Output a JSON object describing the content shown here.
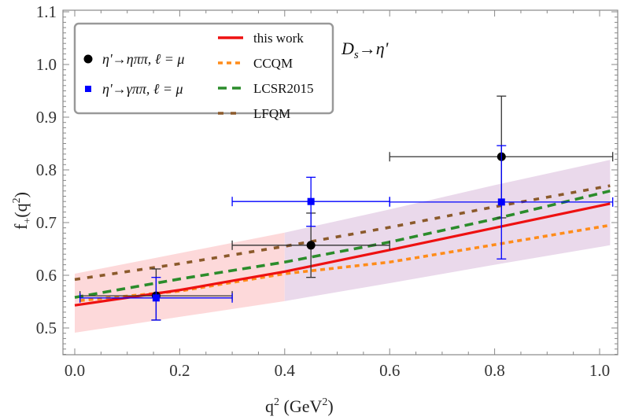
{
  "chart_data": {
    "type": "line",
    "title": "",
    "annotation": "Ds→η'",
    "xlabel": "q² (GeV²)",
    "ylabel": "f+(q²)",
    "xlim": [
      -0.022,
      1.035
    ],
    "ylim": [
      0.45,
      1.1
    ],
    "xticks": [
      "0.0",
      "0.2",
      "0.4",
      "0.6",
      "0.8",
      "1.0"
    ],
    "yticks": [
      "0.5",
      "0.6",
      "0.7",
      "0.8",
      "0.9",
      "1.0",
      "1.1"
    ],
    "grid": false,
    "legend_position": "upper-left",
    "bands": [
      {
        "name": "this work uncertainty (q² < 0.4)",
        "color": "#fdd9da",
        "x": [
          0.0,
          0.2,
          0.4
        ],
        "lower": [
          0.491,
          0.521,
          0.551
        ],
        "upper": [
          0.603,
          0.642,
          0.681
        ]
      },
      {
        "name": "this work uncertainty (q² ≥ 0.4)",
        "color": "#ead9eb",
        "x": [
          0.4,
          0.6,
          0.8,
          1.02
        ],
        "lower": [
          0.551,
          0.585,
          0.62,
          0.657
        ],
        "upper": [
          0.681,
          0.725,
          0.771,
          0.819
        ]
      }
    ],
    "series": [
      {
        "name": "this work",
        "style": "solid",
        "color": "#ee1111",
        "x": [
          0.0,
          0.2,
          0.4,
          0.6,
          0.8,
          1.02
        ],
        "values": [
          0.543,
          0.572,
          0.607,
          0.648,
          0.69,
          0.736
        ]
      },
      {
        "name": "CCQM",
        "style": "dotted",
        "color": "#ff8c1a",
        "x": [
          0.01,
          0.2,
          0.4,
          0.6,
          0.8,
          1.02
        ],
        "values": [
          0.552,
          0.57,
          0.603,
          0.625,
          0.658,
          0.695
        ]
      },
      {
        "name": "LCSR2015",
        "style": "dashed",
        "color": "#2b8c2b",
        "x": [
          0.0,
          0.2,
          0.4,
          0.6,
          0.8,
          1.02
        ],
        "values": [
          0.558,
          0.593,
          0.625,
          0.663,
          0.707,
          0.76
        ]
      },
      {
        "name": "LFQM",
        "style": "dashed-short",
        "color": "#8b5a2b",
        "x": [
          0.0,
          0.2,
          0.4,
          0.6,
          0.8,
          1.02
        ],
        "values": [
          0.592,
          0.622,
          0.655,
          0.691,
          0.73,
          0.77
        ]
      }
    ],
    "points": [
      {
        "name": "η'→ηππ, ℓ = μ",
        "marker": "circle",
        "color": "#000000",
        "bar_color": "#333333",
        "data": [
          {
            "x": 0.155,
            "y": 0.561,
            "xmin": 0.01,
            "xmax": 0.3,
            "ymin": 0.515,
            "ymax": 0.612
          },
          {
            "x": 0.45,
            "y": 0.657,
            "xmin": 0.3,
            "xmax": 0.6,
            "ymin": 0.596,
            "ymax": 0.718
          },
          {
            "x": 0.813,
            "y": 0.825,
            "xmin": 0.6,
            "xmax": 1.025,
            "ymin": 0.709,
            "ymax": 0.94
          }
        ]
      },
      {
        "name": "η'→γππ, ℓ = μ",
        "marker": "square",
        "color": "#0000ff",
        "bar_color": "#0000ff",
        "data": [
          {
            "x": 0.155,
            "y": 0.557,
            "xmin": 0.01,
            "xmax": 0.3,
            "ymin": 0.515,
            "ymax": 0.596
          },
          {
            "x": 0.45,
            "y": 0.74,
            "xmin": 0.3,
            "xmax": 0.6,
            "ymin": 0.693,
            "ymax": 0.786
          },
          {
            "x": 0.813,
            "y": 0.739,
            "xmin": 0.6,
            "xmax": 1.025,
            "ymin": 0.631,
            "ymax": 0.846
          }
        ]
      }
    ]
  },
  "legend": {
    "points": [
      {
        "label": "η'→ηππ, ℓ = μ",
        "marker": "circle",
        "color": "#000000"
      },
      {
        "label": "η'→γππ, ℓ = μ",
        "marker": "square",
        "color": "#0000ff"
      }
    ],
    "lines": [
      {
        "label": "this work",
        "color": "#ee1111",
        "dash": ""
      },
      {
        "label": "CCQM",
        "color": "#ff8c1a",
        "dash": "6,5"
      },
      {
        "label": "LCSR2015",
        "color": "#2b8c2b",
        "dash": "11,7"
      },
      {
        "label": "LFQM",
        "color": "#8b5a2b",
        "dash": "7,9"
      }
    ]
  },
  "labels": {
    "xlabel_main": "q",
    "xlabel_sup": "2",
    "xlabel_unit": " (GeV",
    "xlabel_unit_sup": "2",
    "xlabel_close": ")",
    "ylabel_main": "f",
    "ylabel_sub": "+",
    "ylabel_arg": "(q",
    "ylabel_sup": "2",
    "ylabel_close": ")",
    "annot_main": "D",
    "annot_sub": "s",
    "annot_rest": "→η'"
  }
}
